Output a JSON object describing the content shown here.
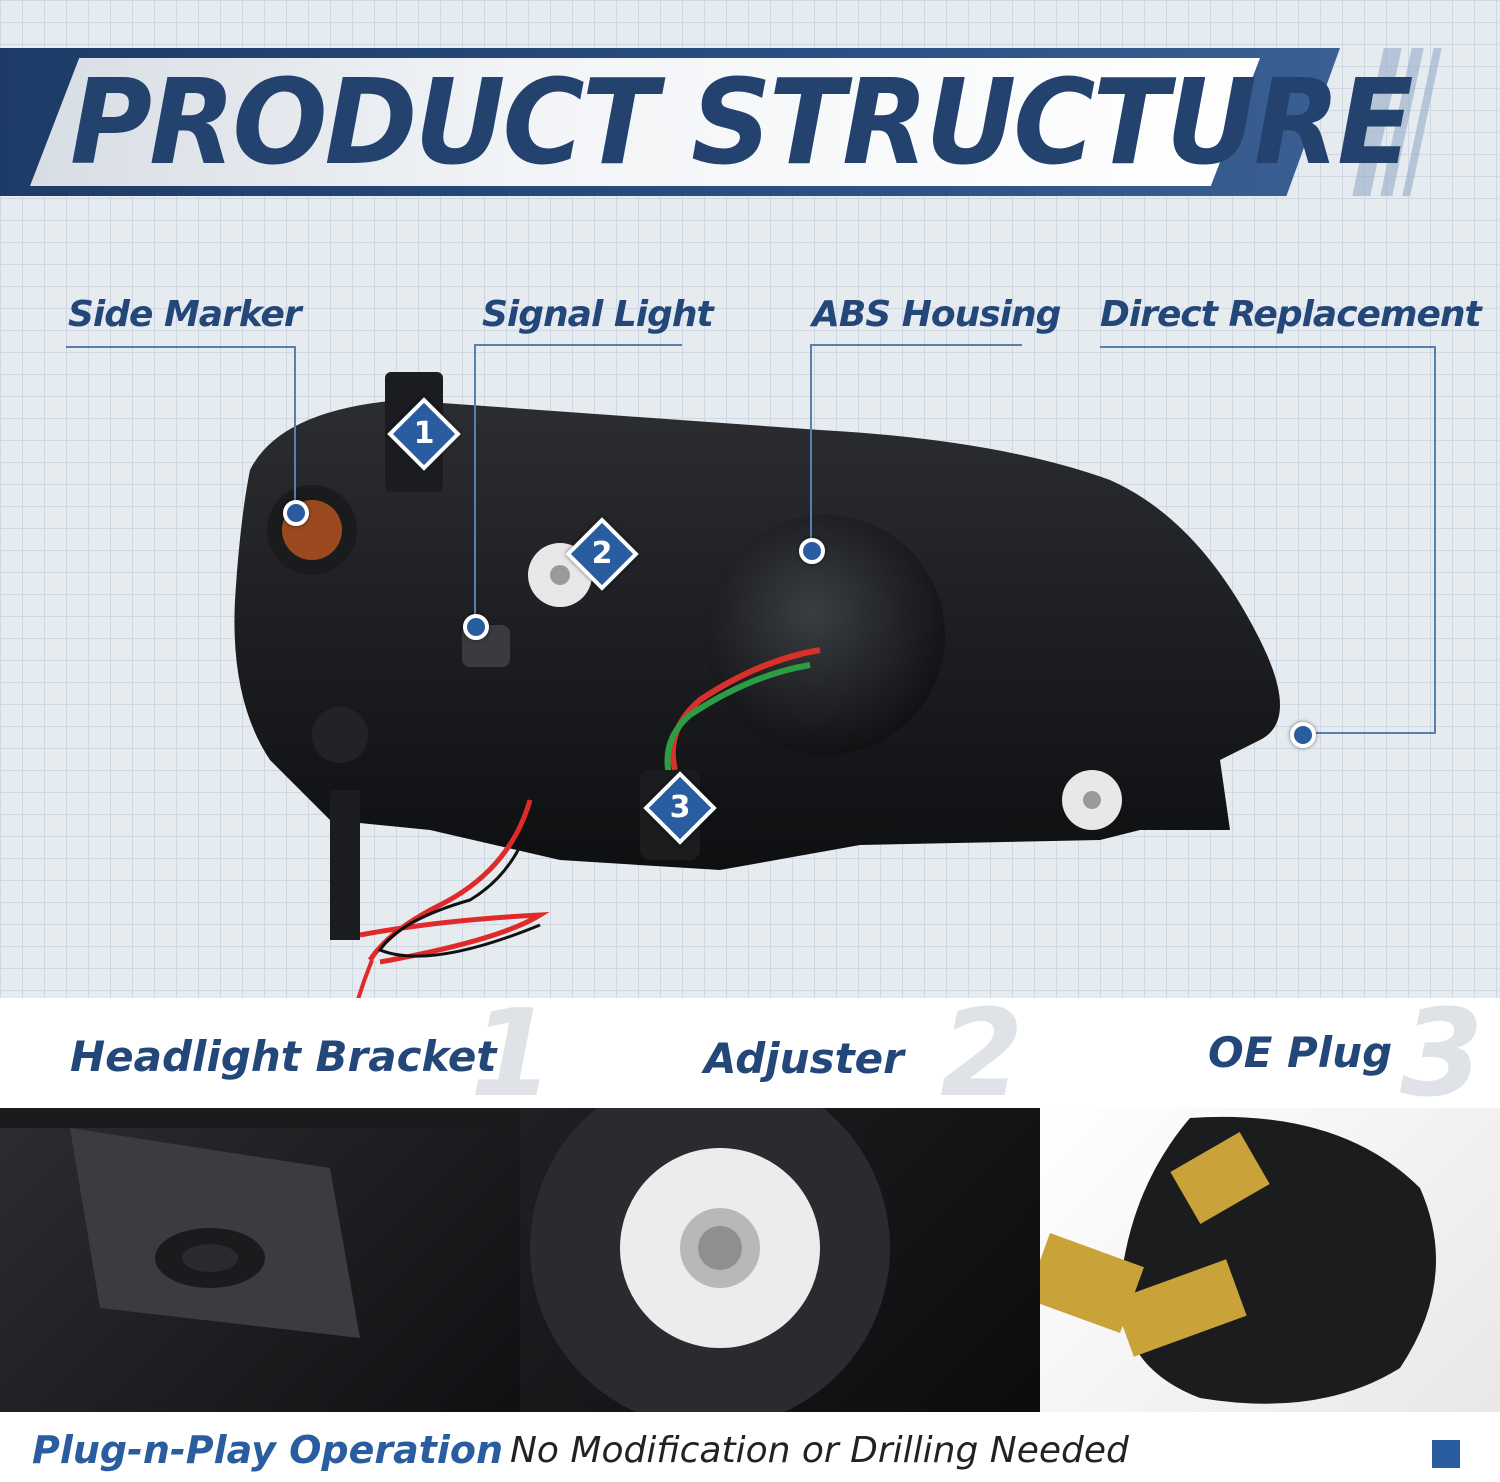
{
  "title": "PRODUCT STRUCTURE",
  "callouts": {
    "side_marker": "Side Marker",
    "signal_light": "Signal Light",
    "abs_housing": "ABS Housing",
    "direct_replacement": "Direct Replacement"
  },
  "badges": [
    "1",
    "2",
    "3"
  ],
  "features": [
    {
      "number": "1",
      "label": "Headlight Bracket"
    },
    {
      "number": "2",
      "label": "Adjuster"
    },
    {
      "number": "3",
      "label": "OE Plug"
    }
  ],
  "footer": {
    "bold": "Plug-n-Play Operation",
    "normal": "No Modification or Drilling Needed"
  },
  "colors": {
    "accent": "#2a5da0",
    "navy": "#24477a"
  }
}
